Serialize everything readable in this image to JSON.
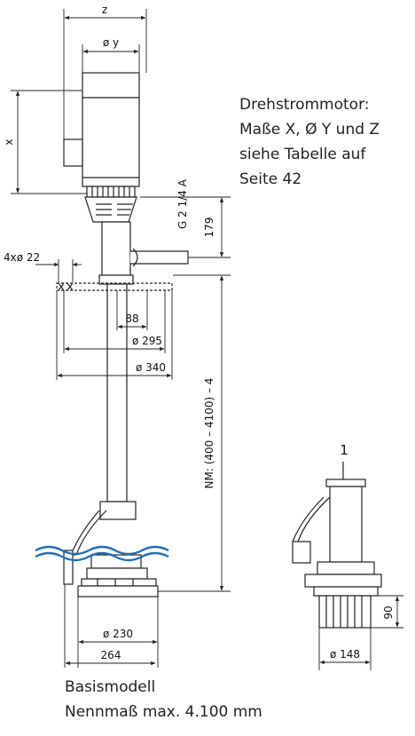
{
  "motor_note": {
    "line1": "Drehstrommotor:",
    "line2": "Maße X, Ø Y und Z",
    "line3": "siehe Tabelle auf",
    "line4": "Seite 42"
  },
  "caption": {
    "line1": "Basismodell",
    "line2": "Nennmaß max. 4.100 mm"
  },
  "dimensions": {
    "z": "z",
    "y": "ø y",
    "x": "x",
    "thread": "G 2 1/4 A",
    "d179": "179",
    "holes": "4xø 22",
    "d88": "88",
    "d295": "ø 295",
    "d340": "ø 340",
    "length": "NM: (400 – 4100) – 4",
    "d230": "ø 230",
    "d264": "264",
    "variant": "1",
    "d90": "90",
    "d148": "ø 148"
  },
  "colors": {
    "line": "#222222",
    "water": "#1f6fb5"
  }
}
